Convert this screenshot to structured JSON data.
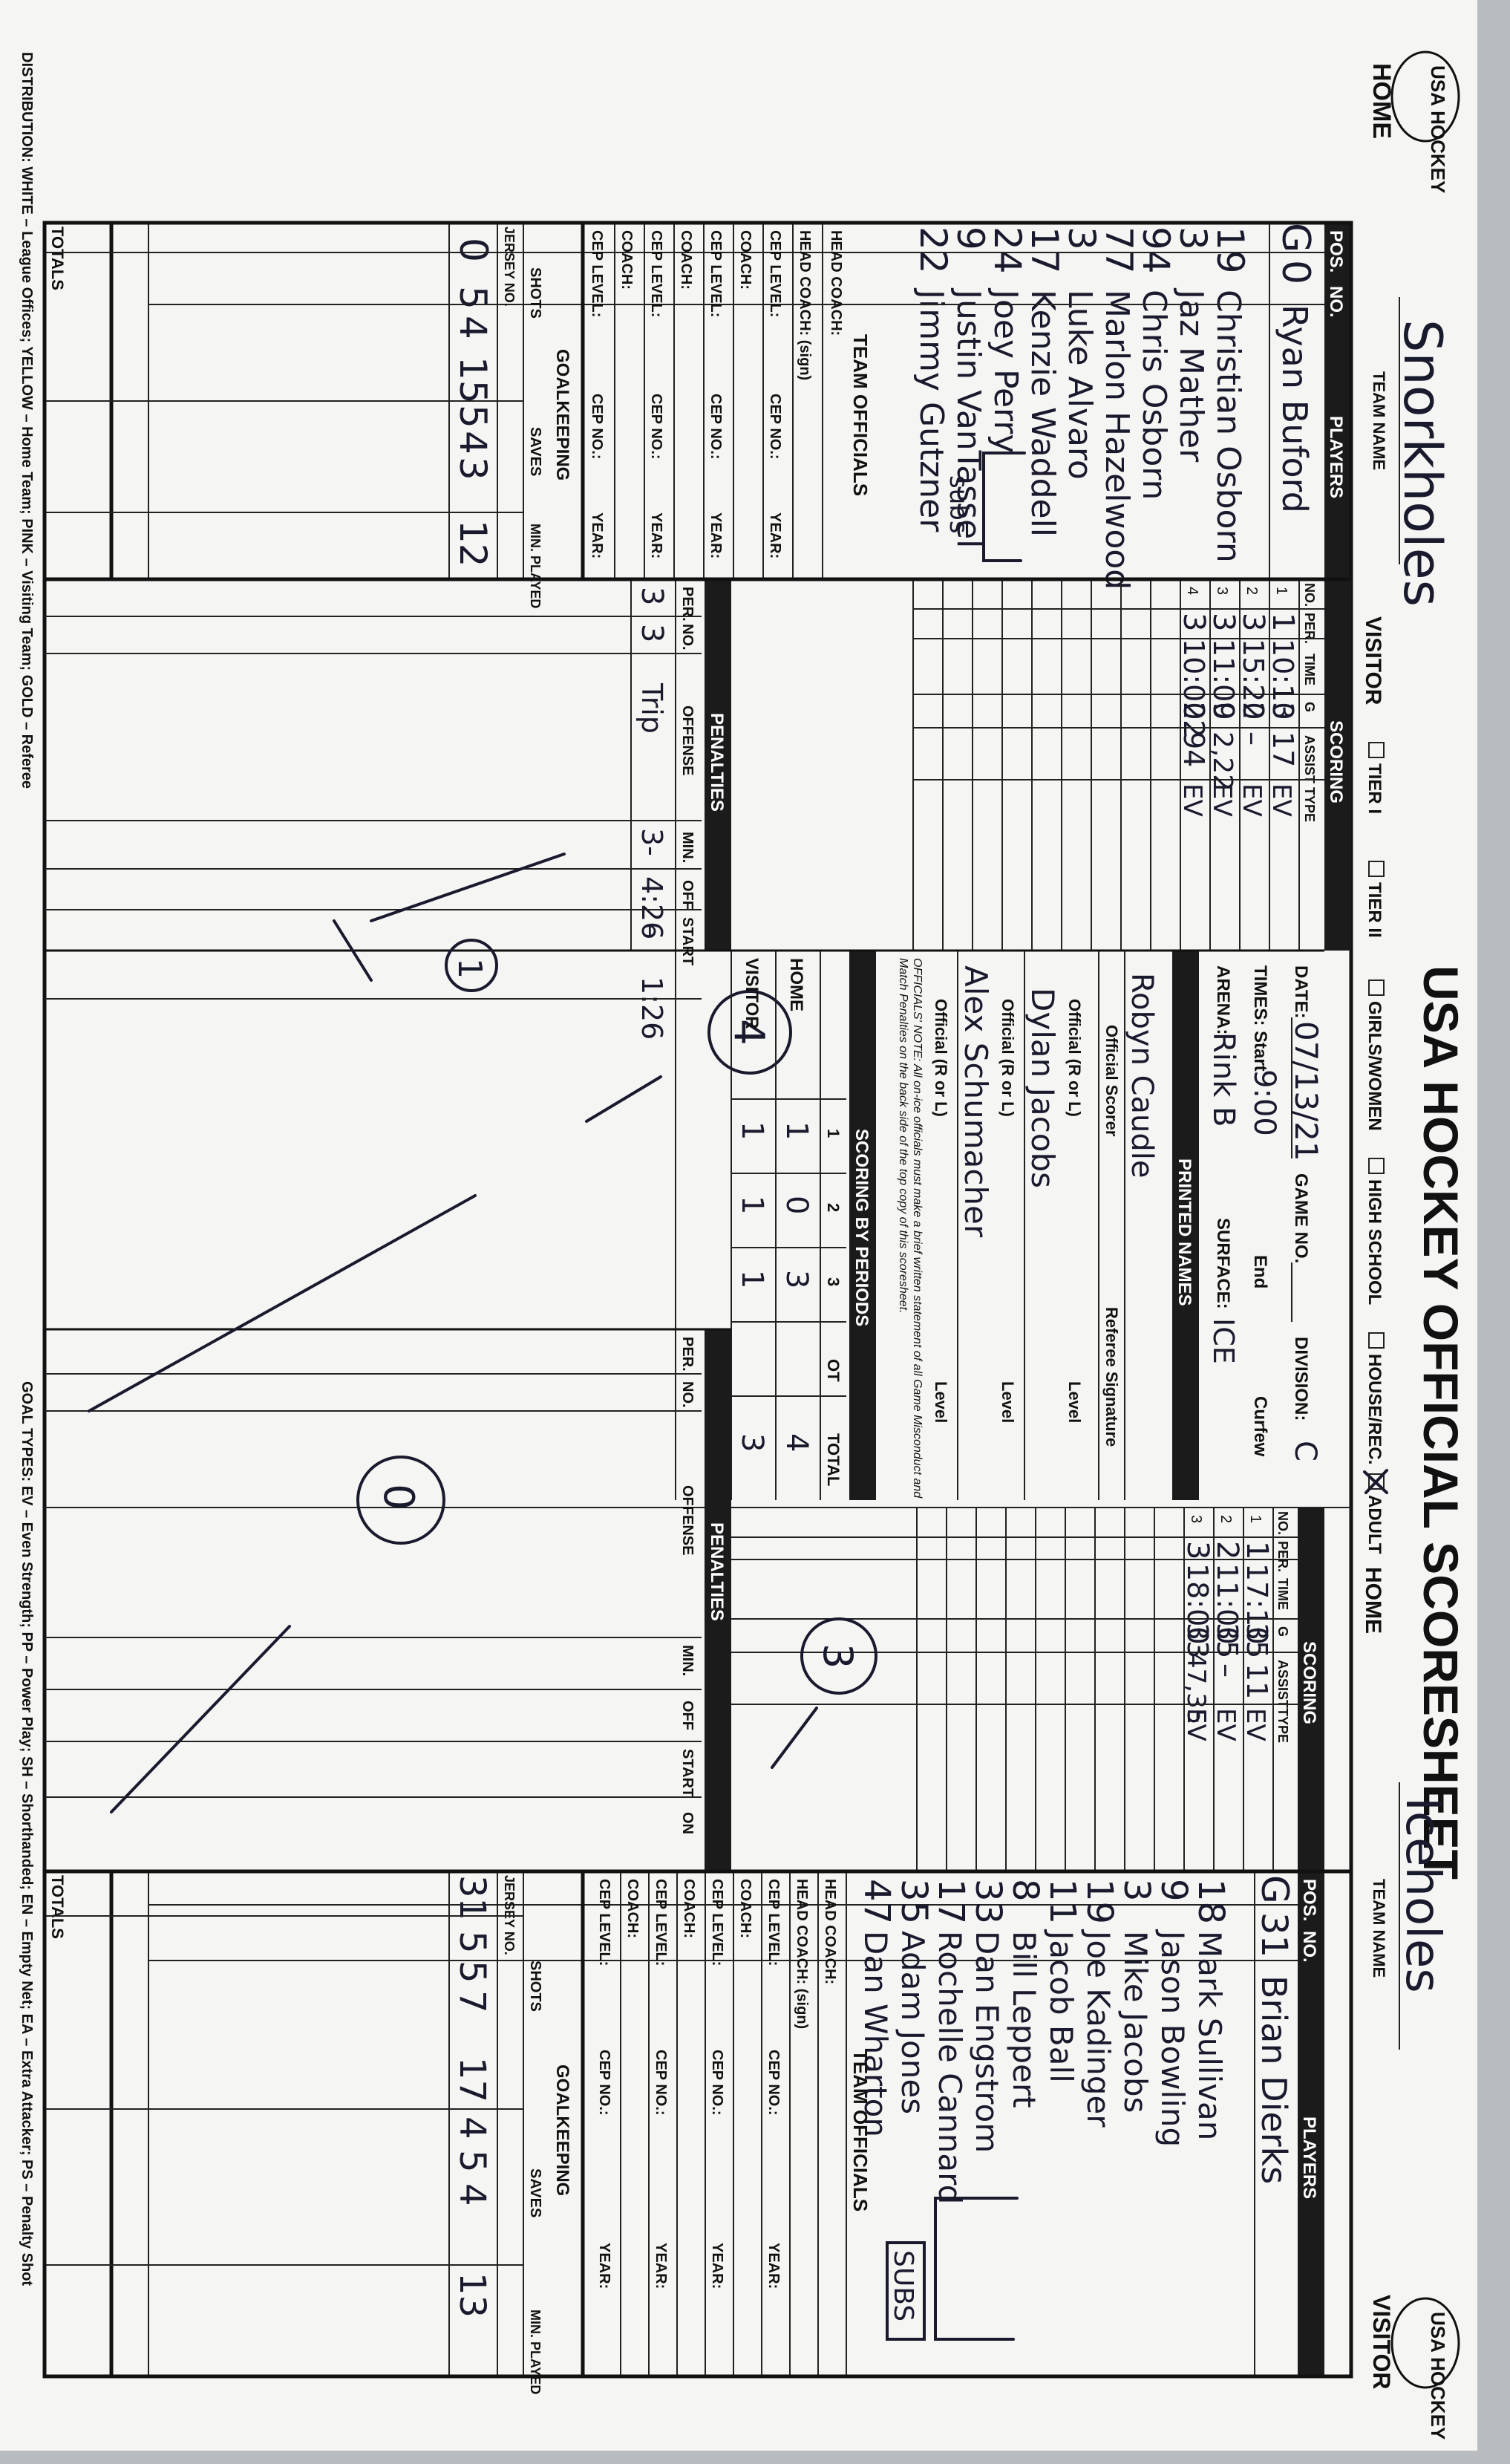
{
  "title": "USA HOCKEY OFFICIAL SCORESHEET",
  "logo_text": "USA HOCKEY",
  "labels": {
    "home": "HOME",
    "visitor": "VISITOR",
    "team_name": "TEAM NAME",
    "pos": "POS.",
    "no": "NO.",
    "players": "PLAYERS",
    "scoring": "SCORING",
    "no_per": "NO.",
    "per": "PER.",
    "time": "TIME",
    "g": "G",
    "assist": "ASSIST",
    "type": "TYPE",
    "date": "DATE:",
    "game_no": "GAME NO.",
    "division": "DIVISION:",
    "times": "TIMES: Start",
    "end": "End",
    "curfew": "Curfew",
    "arena": "ARENA:",
    "surface": "SURFACE:",
    "printed_names": "PRINTED NAMES",
    "official_scorer": "Official Scorer",
    "referee_signature": "Referee Signature",
    "official": "Official (R or L)",
    "level": "Level",
    "officials_note": "OFFICIALS' NOTE: All on-ice officials must make a brief written statement of all Game Misconduct and Match Penalties on the back side of the top copy of this scoresheet.",
    "scoring_by_periods": "SCORING BY PERIODS",
    "p1": "1",
    "p2": "2",
    "p3": "3",
    "ot": "OT",
    "total": "TOTAL",
    "penalties": "PENALTIES",
    "offense": "OFFENSE",
    "min": "MIN.",
    "off": "OFF",
    "start": "START",
    "on": "ON",
    "team_officials": "TEAM OFFICIALS",
    "head_coach": "HEAD COACH:",
    "head_coach_sign": "HEAD COACH: (sign)",
    "cep_level": "CEP LEVEL:",
    "cep_no": "CEP NO.:",
    "year": "YEAR:",
    "coach": "COACH:",
    "goalkeeping": "GOALKEEPING",
    "shots": "SHOTS",
    "saves": "SAVES",
    "jersey_no": "JERSEY NO.",
    "min_played": "MIN. PLAYED",
    "totals": "TOTALS",
    "subs": "SUBS",
    "tiers": [
      "TIER I",
      "TIER II",
      "GIRLS/WOMEN",
      "HIGH SCHOOL",
      "HOUSE/REC.",
      "ADULT"
    ],
    "distribution": "DISTRIBUTION: WHITE – League Offices; YELLOW – Home Team; PINK – Visiting Team; GOLD – Referee",
    "goal_types": "GOAL TYPES: EV – Even Strength; PP – Power Play; SH – Shorthanded; EN – Empty Net; EA – Extra Attacker; PS – Penalty Shot"
  },
  "game": {
    "date": "07/13/21",
    "division": "C",
    "start_time": "9:00",
    "arena": "Rink B",
    "surface": "ICE",
    "official_scorer": "Robyn Caudle",
    "official_1": "Dylan Jacobs",
    "official_2": "Alex Schumacher"
  },
  "home": {
    "team_name": "Snorkholes",
    "players": [
      {
        "pos": "G",
        "no": "0",
        "name": "Ryan Buford"
      },
      {
        "pos": "",
        "no": "19",
        "name": "Christian Osborn"
      },
      {
        "pos": "",
        "no": "3",
        "name": "Jaz Mather"
      },
      {
        "pos": "",
        "no": "94",
        "name": "Chris Osborn"
      },
      {
        "pos": "",
        "no": "77",
        "name": "Marlon Hazelwood"
      },
      {
        "pos": "",
        "no": "3",
        "name": "Luke Alvaro"
      },
      {
        "pos": "",
        "no": "17",
        "name": "Kenzie Waddell"
      },
      {
        "pos": "",
        "no": "24",
        "name": "Joey Perry"
      },
      {
        "pos": "",
        "no": "9",
        "name": "Justin VanTassel"
      },
      {
        "pos": "",
        "no": "22",
        "name": "Jimmy Gutzner"
      }
    ],
    "subs": "subs",
    "scoring": [
      {
        "no": "1",
        "per": "1",
        "time": "10:10",
        "g": "3",
        "assist": "17",
        "type": "EV"
      },
      {
        "no": "2",
        "per": "3",
        "time": "15:20",
        "g": "2",
        "assist": "–",
        "type": "EV"
      },
      {
        "no": "3",
        "per": "3",
        "time": "11:00",
        "g": "9",
        "assist": "2,22",
        "type": "EV"
      },
      {
        "no": "4",
        "per": "3",
        "time": "10:00",
        "g": "22",
        "assist": "94",
        "type": "EV"
      }
    ],
    "goals_total_marker": "4",
    "penalties": [
      {
        "per": "3",
        "no": "3",
        "offense": "Trip",
        "min": "3-",
        "off": "4:26",
        "start": "–",
        "on": "1:26"
      }
    ],
    "penalties_marker": "1",
    "goalie": {
      "jersey": "0",
      "shots": [
        "5",
        "4",
        "",
        "15"
      ],
      "saves": [
        "5",
        "4",
        "3",
        ""
      ],
      "min_played": "12"
    }
  },
  "visitor": {
    "team_name": "Iceholes",
    "players": [
      {
        "pos": "G",
        "no": "31",
        "name": "Brian Dierks"
      },
      {
        "pos": "",
        "no": "18",
        "name": "Mark Sullivan"
      },
      {
        "pos": "",
        "no": "9",
        "name": "Jason Bowling"
      },
      {
        "pos": "",
        "no": "3",
        "name": "Mike Jacobs"
      },
      {
        "pos": "",
        "no": "19",
        "name": "Joe Kadinger"
      },
      {
        "pos": "",
        "no": "11",
        "name": "Jacob Ball"
      },
      {
        "pos": "",
        "no": "8",
        "name": "Bill Leppert"
      },
      {
        "pos": "",
        "no": "33",
        "name": "Dan Engstrom"
      },
      {
        "pos": "",
        "no": "17",
        "name": "Rochelle Cannard"
      },
      {
        "pos": "",
        "no": "35",
        "name": "Adam Jones"
      },
      {
        "pos": "",
        "no": "47",
        "name": "Dan Wharton"
      }
    ],
    "subs": "SUBS",
    "scoring": [
      {
        "no": "1",
        "per": "1",
        "time": "17:10",
        "g": "35",
        "assist": "11",
        "type": "EV"
      },
      {
        "no": "2",
        "per": "2",
        "time": "11:00",
        "g": "35",
        "assist": "–",
        "type": "EV"
      },
      {
        "no": "3",
        "per": "3",
        "time": "18:00",
        "g": "33",
        "assist": "47,35",
        "type": "EV"
      }
    ],
    "goals_total_marker": "3",
    "penalties": [],
    "penalties_marker": "0",
    "goalie": {
      "jersey": "31",
      "shots": [
        "5",
        "5",
        "7",
        "17"
      ],
      "saves": [
        "4",
        "5",
        "4",
        ""
      ],
      "min_played": "13"
    }
  },
  "periods": {
    "home": [
      "1",
      "0",
      "3",
      "",
      "4"
    ],
    "visitors": [
      "1",
      "1",
      "1",
      "",
      "3"
    ]
  },
  "colors": {
    "paper": "#f5f5f3",
    "ink": "#1a1a2e",
    "header_bar": "#1b1b1b",
    "background": "#b9bcbf"
  }
}
